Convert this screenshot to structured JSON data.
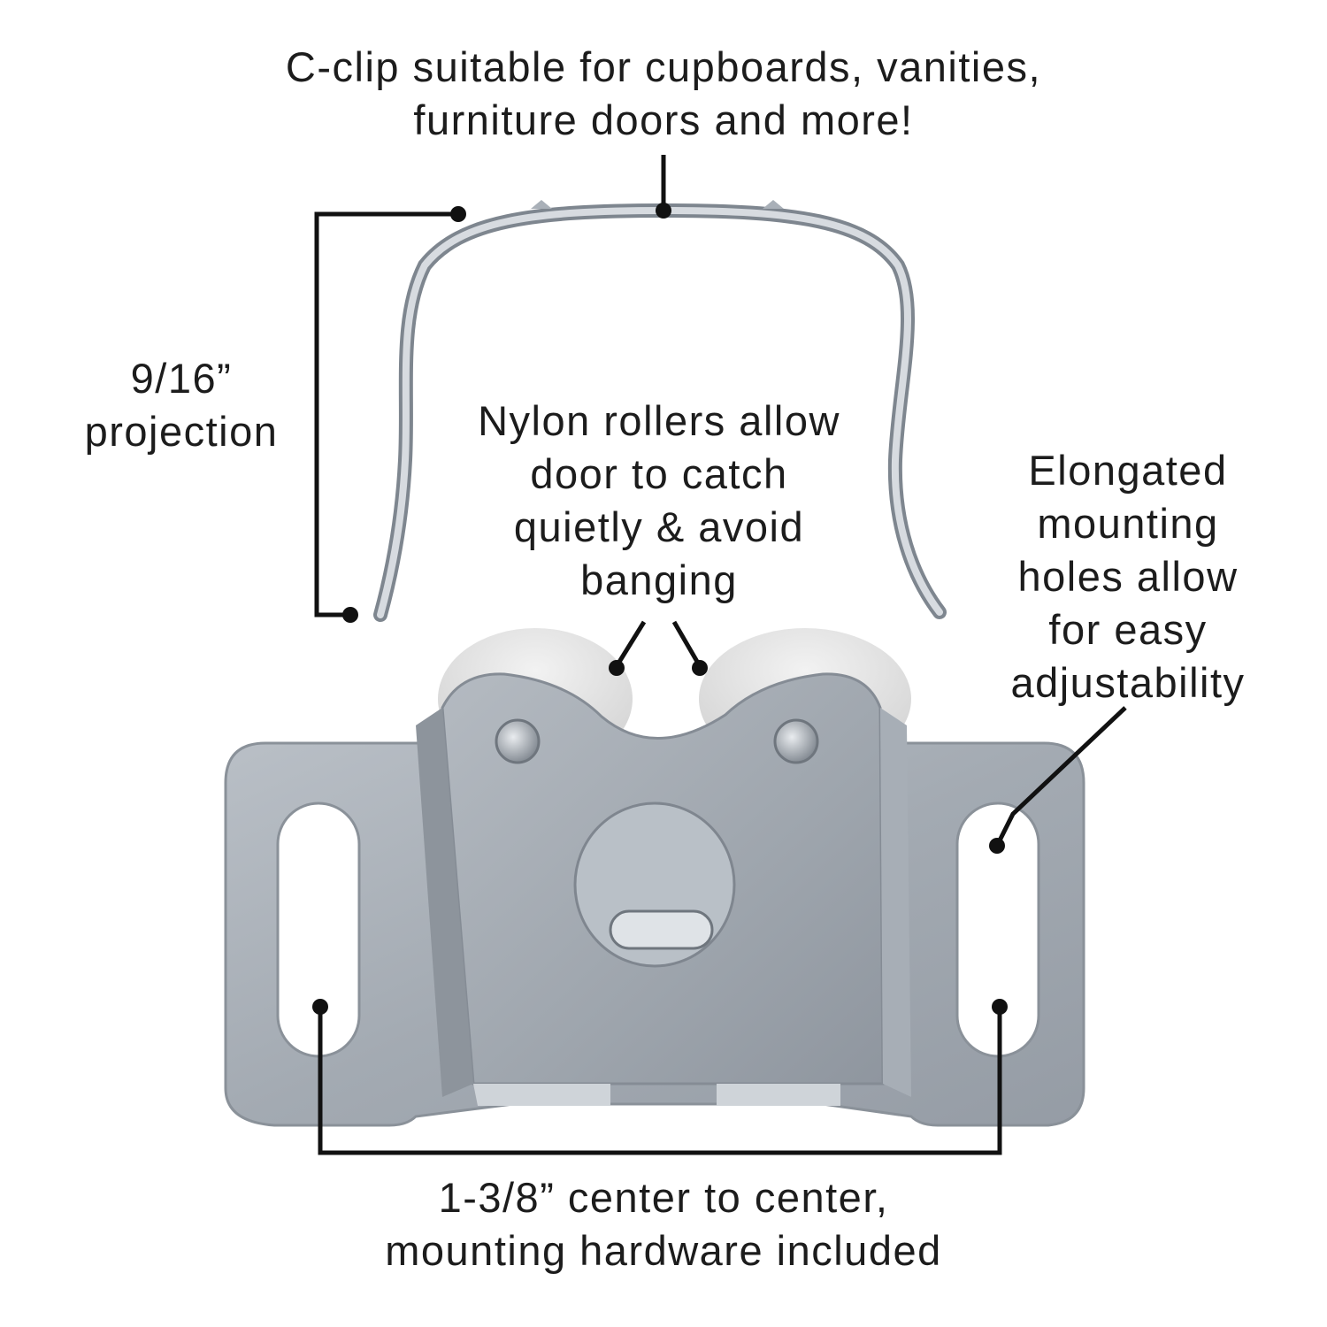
{
  "colors": {
    "background": "#ffffff",
    "leader_line": "#111111",
    "steel_light": "#c9ced4",
    "steel_mid": "#a9b0b8",
    "steel_dark": "#7d858e",
    "roller": "#e6e6e6"
  },
  "callouts": {
    "c_clip": {
      "lines": [
        "C-clip suitable for cupboards, vanities,",
        "furniture doors and more!"
      ]
    },
    "projection": {
      "lines": [
        "9/16”",
        "projection"
      ]
    },
    "rollers": {
      "lines": [
        "Nylon rollers allow",
        "door to catch",
        "quietly & avoid",
        "banging"
      ]
    },
    "mounting_holes": {
      "lines": [
        "Elongated",
        "mounting",
        "holes allow",
        "for easy",
        "adjustability"
      ]
    },
    "center_to_center": {
      "lines": [
        "1-3/8” center to center,",
        "mounting hardware included"
      ]
    }
  }
}
